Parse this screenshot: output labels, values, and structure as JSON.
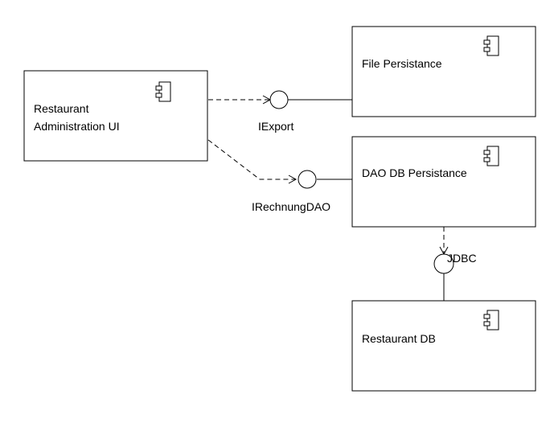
{
  "components": {
    "restaurant_ui": {
      "line1": "Restaurant",
      "line2": "Administration UI"
    },
    "file_persistance": {
      "label": "File Persistance"
    },
    "dao_db_persistance": {
      "label": "DAO DB Persistance"
    },
    "restaurant_db": {
      "label": "Restaurant DB"
    }
  },
  "interfaces": {
    "iexport": {
      "label": "IExport"
    },
    "irechnungdao": {
      "label": "IRechnungDAO"
    },
    "jdbc": {
      "label": "JDBC"
    }
  },
  "icons": {
    "component": "uml-component-icon"
  }
}
